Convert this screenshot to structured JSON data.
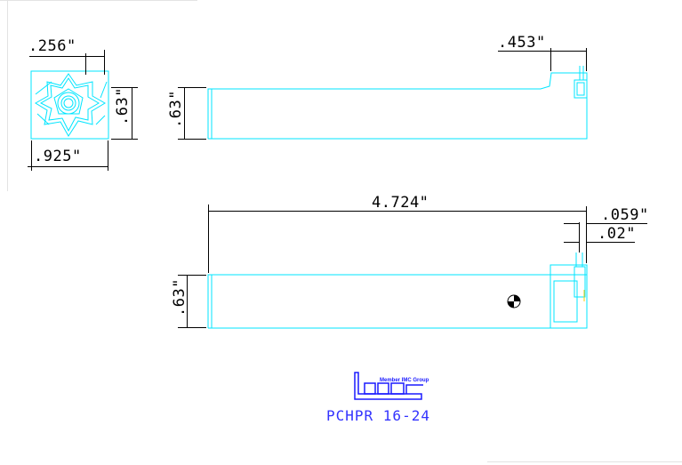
{
  "drawing": {
    "line_color": "#00e5ff",
    "dim_color": "#000000",
    "logo_color": "#1a1aff"
  },
  "dimensions": {
    "end_flat": ".256\"",
    "end_height": ".63\"",
    "end_width": ".925\"",
    "top_height": ".63\"",
    "top_offset": ".453\"",
    "side_length": "4.724\"",
    "side_offset_a": ".059\"",
    "side_offset_b": ".02\"",
    "side_height": ".63\""
  },
  "title_block": {
    "member_label": "Member IMC Group",
    "logo_icon": "iscar-logo-icon",
    "part_number": "PCHPR 16-24"
  }
}
